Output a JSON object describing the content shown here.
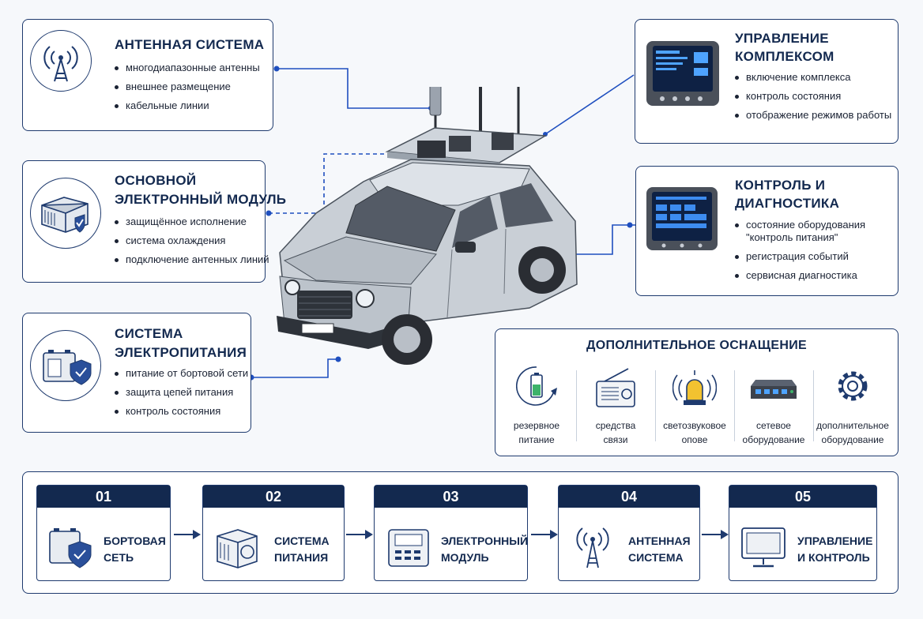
{
  "antenna": {
    "title": "Антенная система",
    "items": [
      "многодиапазонные антенны",
      "внешнее размещение",
      "кабельные линии"
    ]
  },
  "module": {
    "title_line1": "Основной",
    "title_line2": "электронный модуль",
    "items": [
      "защищённое исполнение",
      "система охлаждения",
      "подключение антенных линий"
    ]
  },
  "power": {
    "title_line1": "Система",
    "title_line2": "электропитания",
    "items": [
      "питание от бортовой сети",
      "защита цепей питания",
      "контроль состояния"
    ]
  },
  "control": {
    "title_line1": "Управление",
    "title_line2": "комплексом",
    "items": [
      "включение комплекса",
      "контроль состояния",
      "отображение режимов работы"
    ]
  },
  "diag": {
    "title_line1": "Контроль и",
    "title_line2": "диагностика",
    "items": [
      "состояние оборудования \"контроль питания\"",
      "регистрация событий",
      "сервисная диагностика"
    ]
  },
  "extra": {
    "title": "ДОПОЛНИТЕЛЬНОЕ ОСНАЩЕНИЕ",
    "items": [
      {
        "line1": "резервное",
        "line2": "питание",
        "icon": "battery-icon"
      },
      {
        "line1": "средства",
        "line2": "связи",
        "icon": "radio-icon"
      },
      {
        "line1": "светозвуковое",
        "line2": "опове",
        "icon": "beacon-icon"
      },
      {
        "line1": "сетевое",
        "line2": "оборудование",
        "icon": "switch-icon"
      },
      {
        "line1": "дополнительное",
        "line2": "оборудование",
        "icon": "gear-icon"
      }
    ]
  },
  "steps": [
    {
      "num": "01",
      "line1": "Бортовая",
      "line2": "сеть",
      "icon": "battery-shield-icon"
    },
    {
      "num": "02",
      "line1": "Система",
      "line2": "питания",
      "icon": "power-unit-icon"
    },
    {
      "num": "03",
      "line1": "Электронный",
      "line2": "модуль",
      "icon": "module-icon"
    },
    {
      "num": "04",
      "line1": "Антенная",
      "line2": "система",
      "icon": "antenna-icon"
    },
    {
      "num": "05",
      "line1": "Управление",
      "line2": "и контроль",
      "icon": "monitor-icon"
    }
  ],
  "colors": {
    "accent": "#1e3a6e",
    "header": "#13294f",
    "link": "#2a5bd7"
  }
}
